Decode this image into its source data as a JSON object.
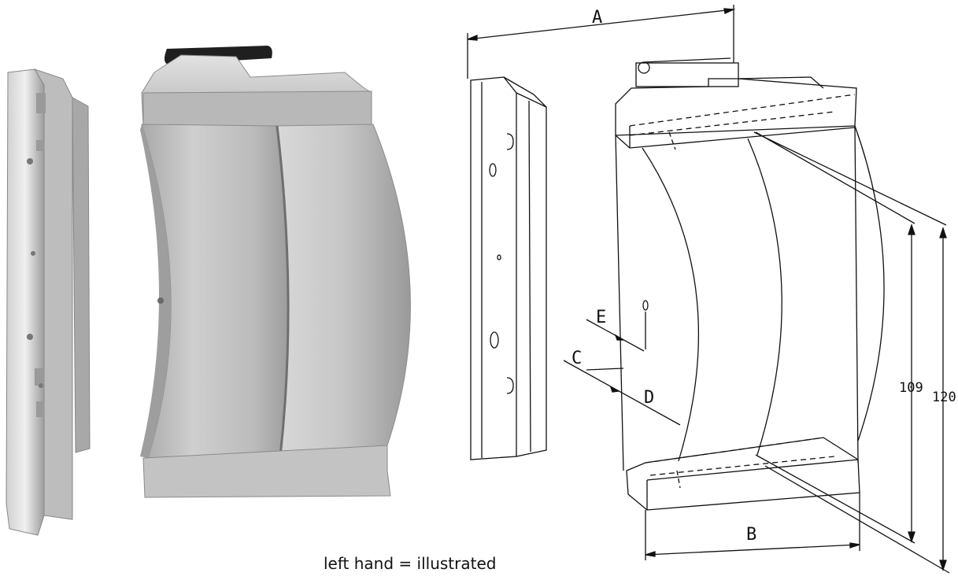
{
  "caption": "left hand = illustrated",
  "dimensions": {
    "a": "A",
    "b": "B",
    "c": "C",
    "d": "D",
    "e": "E",
    "h109": "109",
    "h120": "120"
  },
  "colors": {
    "line": "#111111",
    "metal_light": "#e6e6e6",
    "metal_mid": "#bdbdbd",
    "metal_dark": "#8a8a8a",
    "grip": "#222222"
  }
}
